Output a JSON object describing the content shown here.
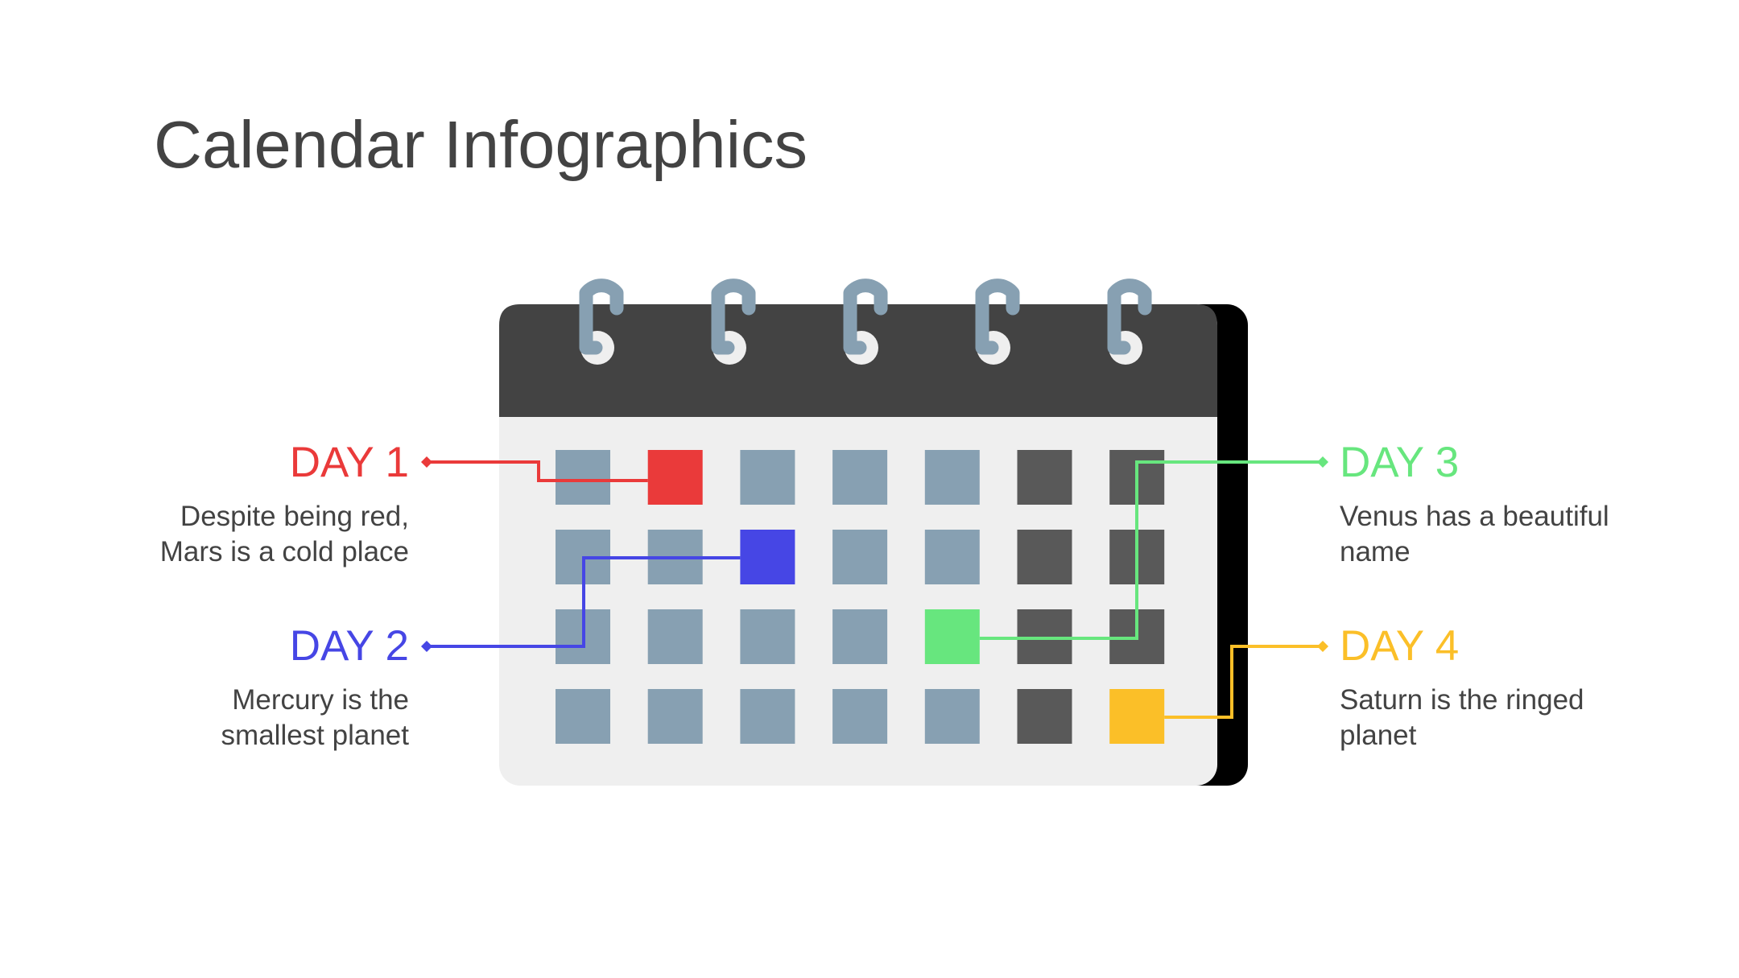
{
  "title": "Calendar Infographics",
  "colors": {
    "text": "#434343",
    "calendar_header": "#434343",
    "calendar_body": "#efefef",
    "calendar_back": "#000000",
    "ring": "#87a0b2",
    "ring_hole": "#efefef",
    "cell_light": "#87a0b2",
    "cell_dark": "#595959"
  },
  "calendar": {
    "rows": 4,
    "cols": 7,
    "dark_cells": [
      [
        0,
        5
      ],
      [
        0,
        6
      ],
      [
        1,
        5
      ],
      [
        1,
        6
      ],
      [
        2,
        5
      ],
      [
        2,
        6
      ],
      [
        3,
        5
      ]
    ],
    "rings": 5
  },
  "days": [
    {
      "id": "day-1",
      "title": "DAY 1",
      "description": "Despite being red,\nMars is a cold place",
      "color": "#ea3a3a",
      "cell": [
        0,
        1
      ],
      "side": "left"
    },
    {
      "id": "day-2",
      "title": "DAY 2",
      "description": "Mercury is the\nsmallest planet",
      "color": "#4646e5",
      "cell": [
        1,
        2
      ],
      "side": "left"
    },
    {
      "id": "day-3",
      "title": "DAY 3",
      "description": "Venus has a beautiful\nname",
      "color": "#67e67e",
      "cell": [
        2,
        4
      ],
      "side": "right"
    },
    {
      "id": "day-4",
      "title": "DAY 4",
      "description": "Saturn is the ringed\nplanet",
      "color": "#fbbf28",
      "cell": [
        3,
        6
      ],
      "side": "right"
    }
  ]
}
